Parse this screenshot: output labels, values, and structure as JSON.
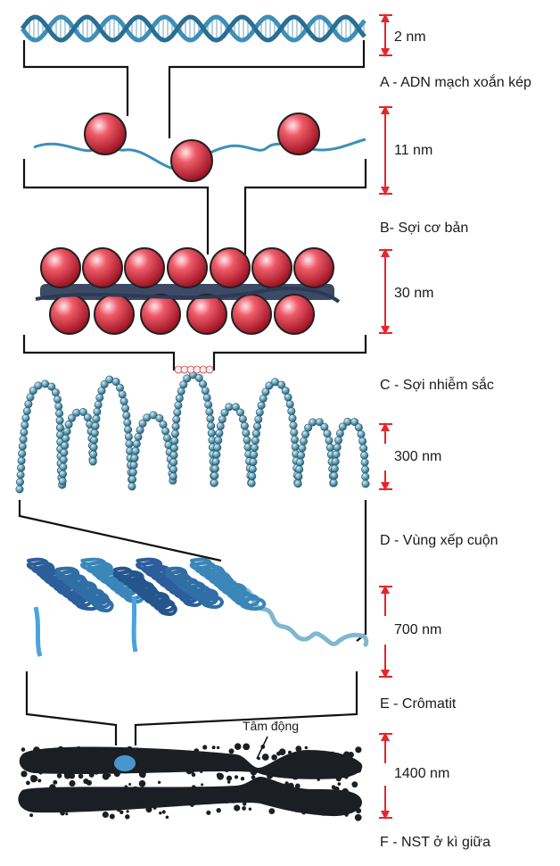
{
  "colors": {
    "arrow": "#e5262b",
    "line": "#111111",
    "dna": "#3e8fb8",
    "nucleosome": "#d8323f",
    "fiber_bead": "#4f8fa8",
    "chromatin": "#2f6fa6",
    "chromosome": "#1b1f24",
    "centromere": "#4aa3e0"
  },
  "stages": [
    {
      "id": "A",
      "label": "A - ADN mạch xoắn kép",
      "scale": "2 nm",
      "icon": "dna-double-helix"
    },
    {
      "id": "B",
      "label": "B- Sợi cơ bản",
      "scale": "11 nm",
      "icon": "nucleosome-fiber"
    },
    {
      "id": "C",
      "label": "C - Sợi nhiễm sắc",
      "scale": "30 nm",
      "icon": "solenoid-fiber"
    },
    {
      "id": "D",
      "label": "D - Vùng xếp cuộn",
      "scale": "300 nm",
      "icon": "looped-domain"
    },
    {
      "id": "E",
      "label": "E - Crômatit",
      "scale": "700 nm",
      "icon": "chromatid"
    },
    {
      "id": "F",
      "label": "F - NST ở kì giữa",
      "scale": "1400 nm",
      "icon": "metaphase-chromosome"
    }
  ],
  "annotations": {
    "centromere": "Tâm động"
  }
}
